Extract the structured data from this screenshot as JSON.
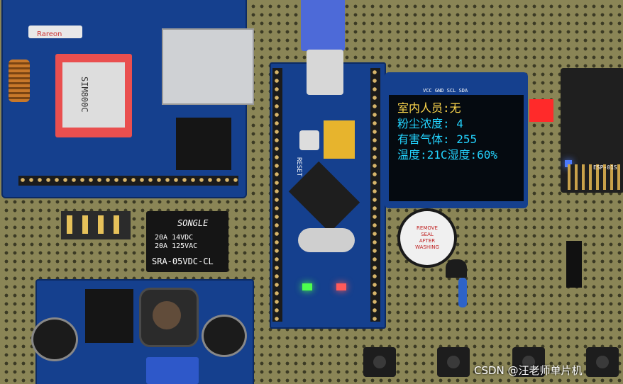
{
  "modules": {
    "gsm": {
      "chip_label": "SIM800C",
      "brand_label": "Rareon"
    },
    "oled": {
      "header_label": "VCC GND SCL SDA",
      "lines": [
        "室内人员:无",
        "粉尘浓度:  4",
        "有害气体: 255",
        "温度:21C湿度:60%"
      ]
    },
    "relay": {
      "brand_label": "SONGLE",
      "spec_line_1": "20A 14VDC",
      "spec_line_2": "20A 125VAC",
      "model_label": "SRA-05VDC-CL"
    },
    "buzzer": {
      "sticker_line_1": "REMOVE",
      "sticker_line_2": "SEAL",
      "sticker_line_3": "AFTER",
      "sticker_line_4": "WASHING"
    },
    "mcu": {
      "reset_label": "RESET"
    },
    "wifi": {
      "label": "ESP-01S"
    }
  },
  "watermark": "CSDN @汪老师单片机"
}
